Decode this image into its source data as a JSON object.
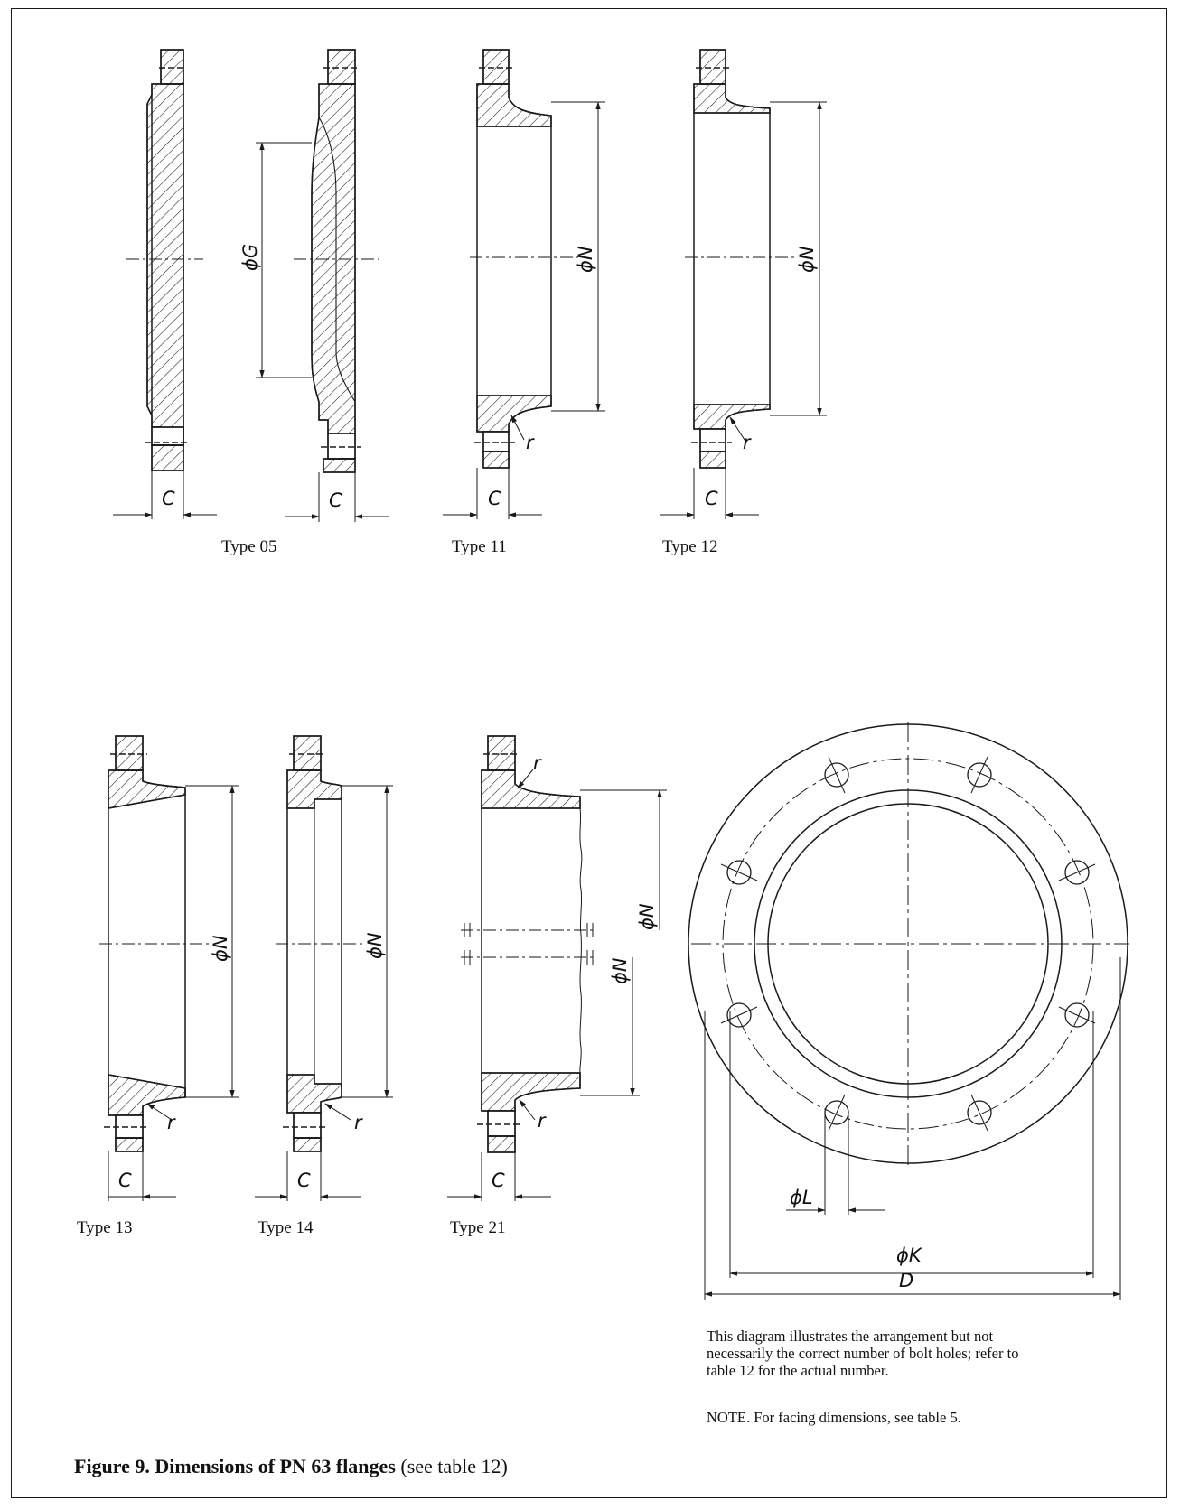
{
  "types": {
    "t05": "Type 05",
    "t11": "Type 11",
    "t12": "Type 12",
    "t13": "Type 13",
    "t14": "Type 14",
    "t21": "Type 21"
  },
  "dims": {
    "C": "C",
    "G": "ϕG",
    "N": "ϕN",
    "r": "r",
    "L": "ϕL",
    "K": "ϕK",
    "D": "D"
  },
  "notes": {
    "line1": "This diagram illustrates the arrangement but not",
    "line2": "necessarily the correct number of bolt holes; refer to",
    "line3": "table 12 for the actual number.",
    "facing": "NOTE. For facing dimensions, see table 5."
  },
  "caption": {
    "bold": "Figure 9. Dimensions of PN 63 flanges",
    "rest": " (see table 12)"
  }
}
